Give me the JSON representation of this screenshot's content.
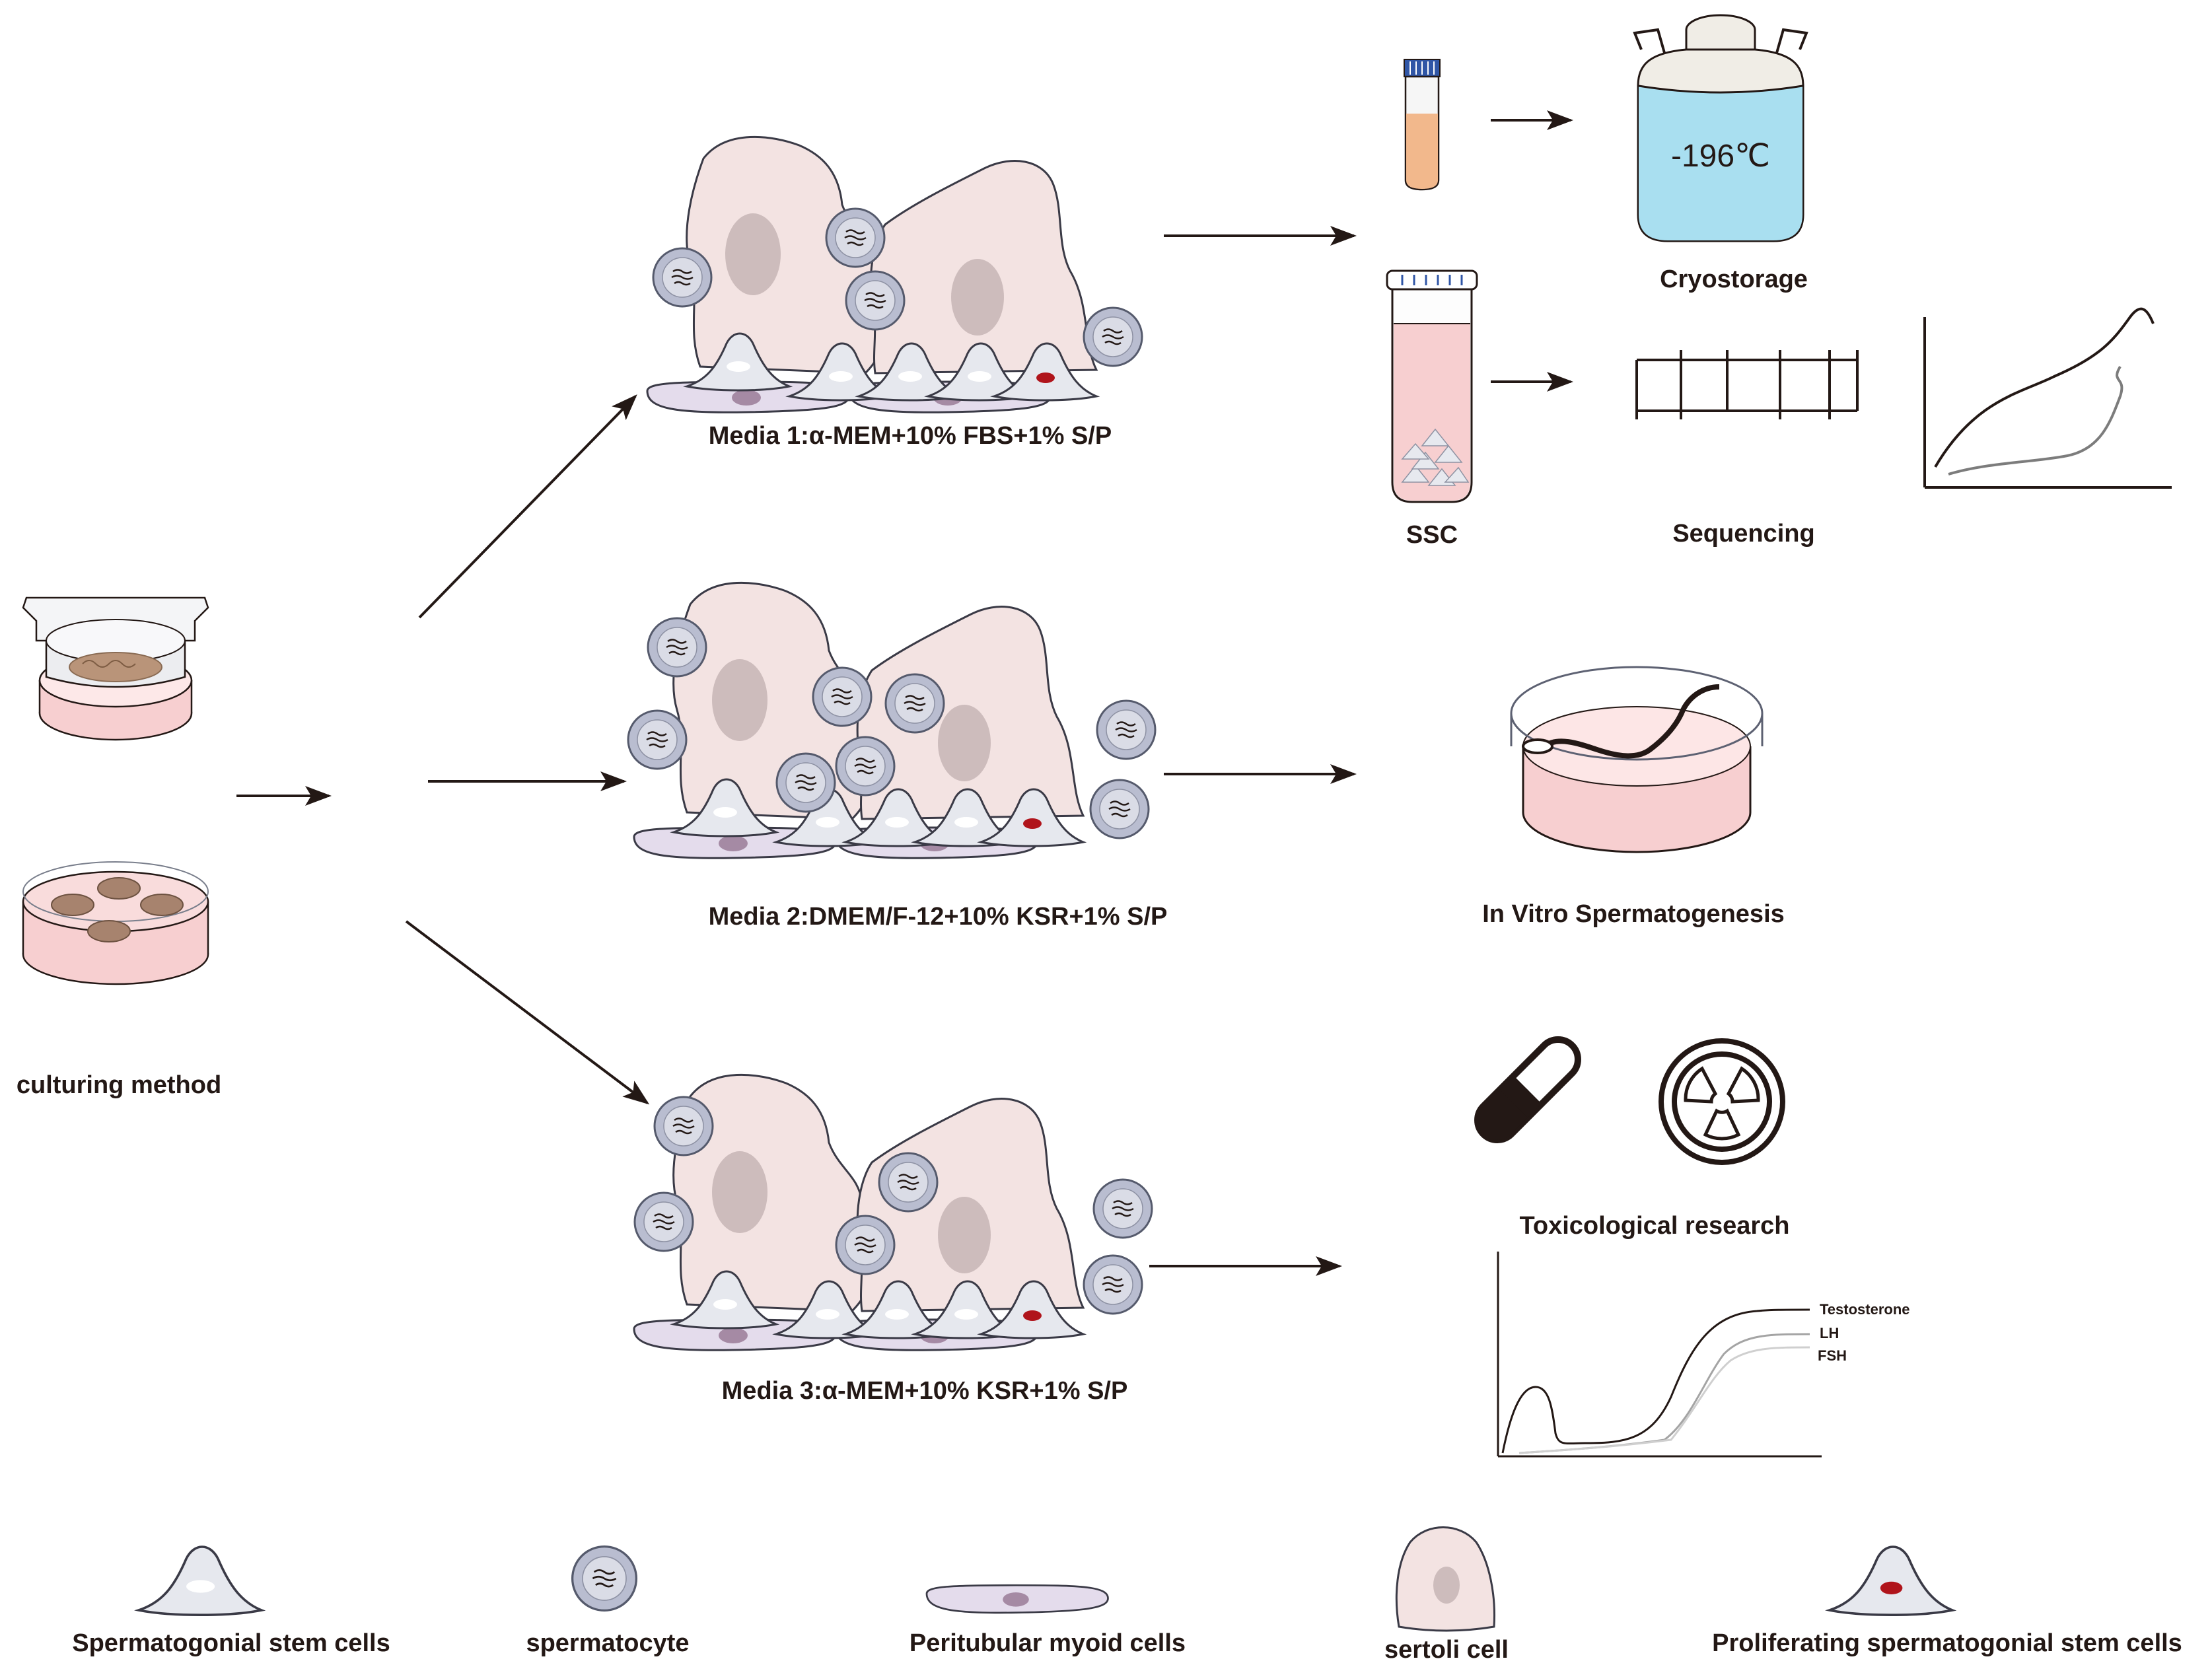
{
  "labels": {
    "culturing_method": "culturing method",
    "media1": "Media 1:α-MEM+10% FBS+1% S/P",
    "media2": "Media 2:DMEM/F-12+10% KSR+1% S/P",
    "media3": "Media 3:α-MEM+10% KSR+1% S/P",
    "temperature": "-196℃",
    "cryostorage": "Cryostorage",
    "ssc": "SSC",
    "sequencing": "Sequencing",
    "ivs": "In Vitro Spermatogenesis",
    "tox": "Toxicological research"
  },
  "hormone_curves": {
    "testosterone": "Testosterone",
    "lh": "LH",
    "fsh": "FSH"
  },
  "legend": [
    {
      "label": "Spermatogonial stem cells",
      "icon": "spermatogonial-stem-cell-icon"
    },
    {
      "label": "spermatocyte",
      "icon": "spermatocyte-icon"
    },
    {
      "label": "Peritubular myoid cells",
      "icon": "peritubular-myoid-cell-icon"
    },
    {
      "label": "sertoli cell",
      "icon": "sertoli-cell-icon"
    },
    {
      "label": "Proliferating spermatogonial stem cells",
      "icon": "proliferating-ssc-icon"
    }
  ],
  "colors": {
    "sertoli": "#f3e3e2",
    "nucleus": "#cdbcbc",
    "spermatocyte_outer": "#b9bdd0",
    "spermatocyte_inner": "#d9dbe4",
    "myoid": "#e4dcec",
    "myoid_nucleus": "#a58aa4",
    "ssc": "#e6e8ee",
    "prolif_dot": "#b0141b",
    "medium_pink": "#f7cfd0",
    "tube_orange": "#f2b88c",
    "dewar_blue": "#a9dff0",
    "ink": "#231815"
  }
}
